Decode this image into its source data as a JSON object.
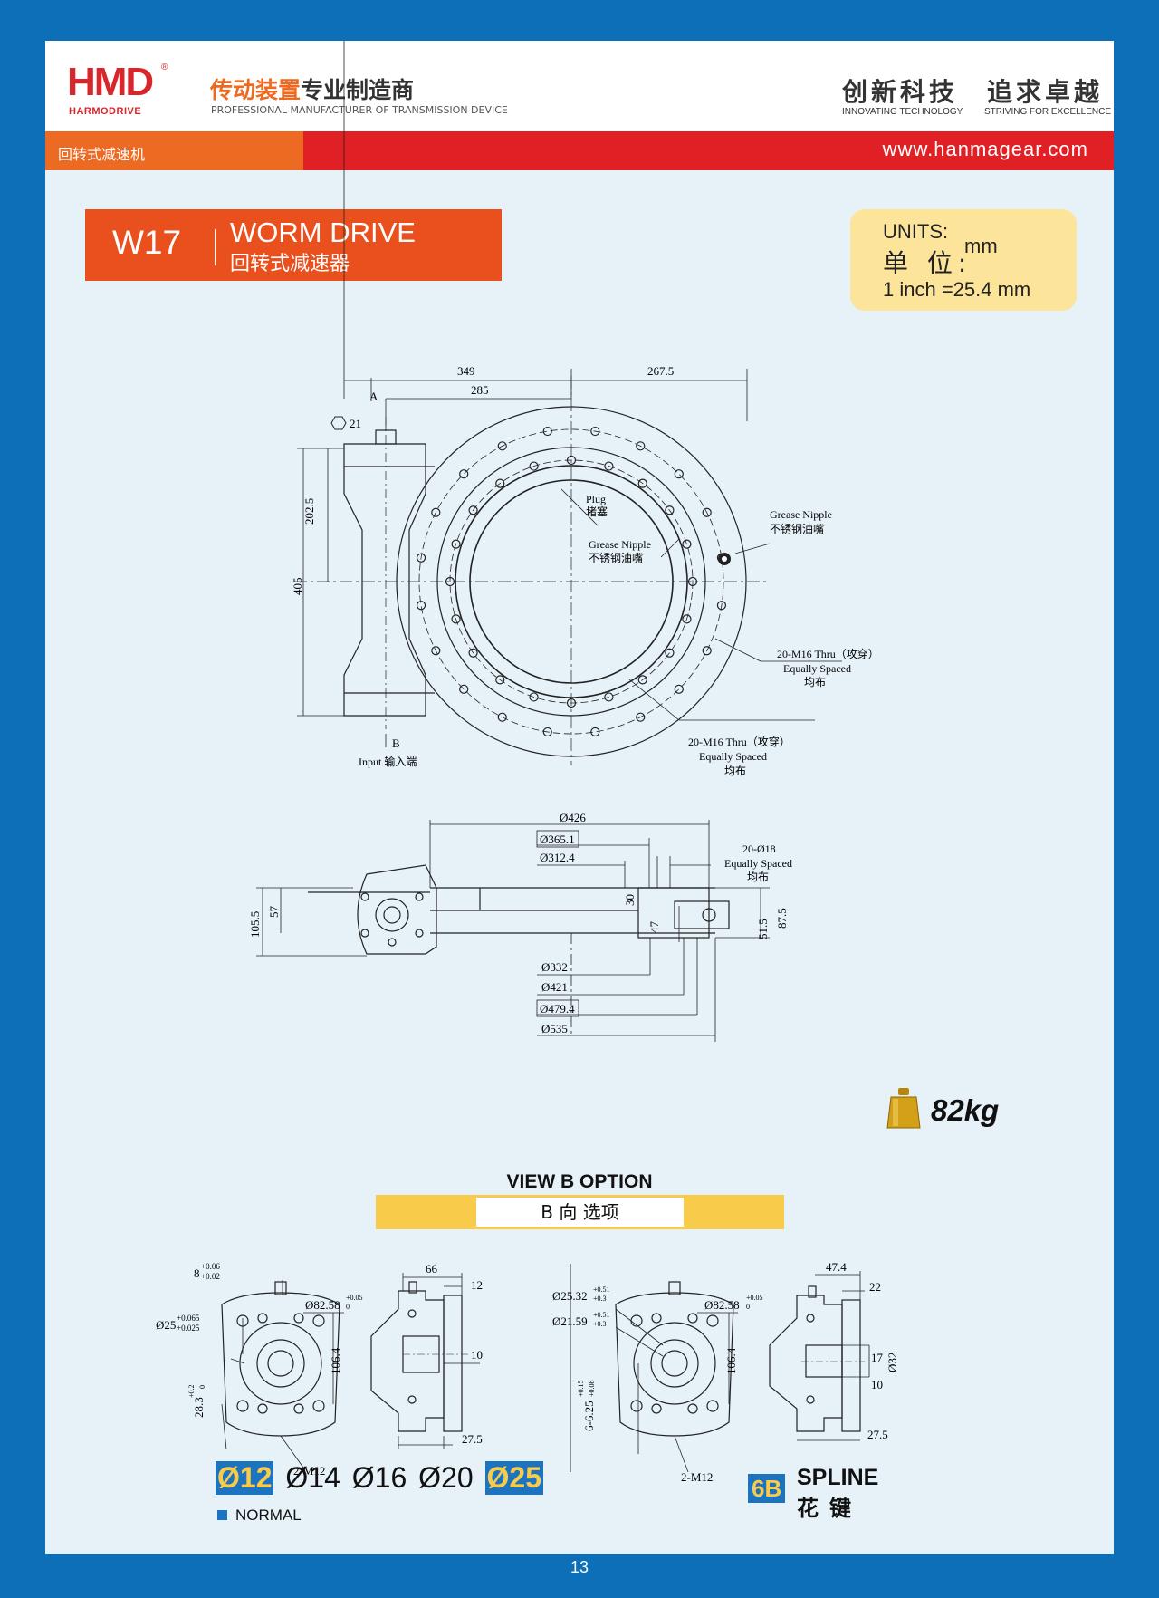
{
  "header": {
    "logo_text": "HMD",
    "logo_sub": "HARMODRIVE",
    "logo_reg": "®",
    "brand_cn_orange": "传动装置",
    "brand_cn_dark": "专业制造商",
    "brand_en": "PROFESSIONAL MANUFACTURER OF TRANSMISSION DEVICE",
    "slogan1_cn": "创新科技",
    "slogan1_en": "INNOVATING TECHNOLOGY",
    "slogan2_cn": "追求卓越",
    "slogan2_en": "STRIVING FOR EXCELLENCE",
    "category": "回转式减速机",
    "url": "www.hanmagear.com"
  },
  "product": {
    "model": "W17",
    "name_en": "WORM DRIVE",
    "name_cn": "回转式减速器"
  },
  "units": {
    "label_en": "UNITS:",
    "label_cn": "单 位:",
    "unit": "mm",
    "conversion": "1 inch =25.4 mm"
  },
  "top_view": {
    "dim_349": "349",
    "dim_267_5": "267.5",
    "dim_285": "285",
    "label_a": "A",
    "hex": "21",
    "dim_202_5": "202.5",
    "dim_405": "405",
    "plug_en": "Plug",
    "plug_cn": "堵塞",
    "grease_en": "Grease Nipple",
    "grease_cn": "不锈钢油嘴",
    "grease2_en": "Grease Nipple",
    "grease2_cn": "不锈钢油嘴",
    "thru1_en": "20-M16 Thru（攻穿）",
    "thru1_spaced": "Equally Spaced",
    "thru1_cn": "均布",
    "thru2_en": "20-M16 Thru（攻穿）",
    "thru2_spaced": "Equally Spaced",
    "thru2_cn": "均布",
    "label_b": "B",
    "input": "Input 输入端"
  },
  "side_view": {
    "d426": "Ø426",
    "d365_1": "Ø365.1",
    "d312_4": "Ø312.4",
    "holes": "20-Ø18",
    "holes_spaced": "Equally Spaced",
    "holes_cn": "均布",
    "dim_105_5": "105.5",
    "dim_57": "57",
    "dim_30": "30",
    "dim_47": "47",
    "dim_51_5": "51.5",
    "dim_87_5": "87.5",
    "d332": "Ø332",
    "d421": "Ø421",
    "d479_4": "Ø479.4",
    "d535": "Ø535"
  },
  "weight": "82kg",
  "view_b": {
    "title": "VIEW B OPTION",
    "subtitle": "B 向 选项"
  },
  "option_normal": {
    "key": "8",
    "key_tol_up": "+0.06",
    "key_tol_low": "+0.02",
    "shaft": "Ø25",
    "shaft_tol_up": "+0.065",
    "shaft_tol_low": "+0.025",
    "pilot": "Ø82.58",
    "pilot_tol_up": "+0.05",
    "pilot_tol_low": "0",
    "keyway": "28.3",
    "keyway_tol_up": "+0.2",
    "keyway_tol_low": "0",
    "dim_106_4": "106.4",
    "tap": "2-M12",
    "dim_66": "66",
    "dim_12": "12",
    "dim_10": "10",
    "dim_27_5": "27.5",
    "sizes": [
      "Ø12",
      "Ø14",
      "Ø16",
      "Ø20",
      "Ø25"
    ],
    "note": "NORMAL"
  },
  "option_spline": {
    "d25_32": "Ø25.32",
    "d25_32_tol_up": "+0.51",
    "d25_32_tol_low": "+0.3",
    "d21_59": "Ø21.59",
    "d21_59_tol_up": "+0.51",
    "d21_59_tol_low": "+0.3",
    "pilot": "Ø82.58",
    "pilot_tol_up": "+0.05",
    "pilot_tol_low": "0",
    "spline": "6-6.25",
    "spline_tol_up": "+0.15",
    "spline_tol_low": "+0.08",
    "dim_106_4": "106.4",
    "tap": "2-M12",
    "dim_47_4": "47.4",
    "dim_22": "22",
    "dim_17": "17",
    "d32": "Ø32",
    "dim_10": "10",
    "dim_27_5": "27.5",
    "badge": "6B",
    "label_en": "SPLINE",
    "label_cn": "花键"
  },
  "page_number": "13",
  "colors": {
    "frame_blue": "#0c6fb8",
    "accent_orange": "#ec6a21",
    "accent_red": "#e02024",
    "title_orange": "#e9501e",
    "units_yellow": "#fce59a",
    "option_yellow": "#f8cb4b",
    "highlight_blue": "#1c74c0"
  }
}
